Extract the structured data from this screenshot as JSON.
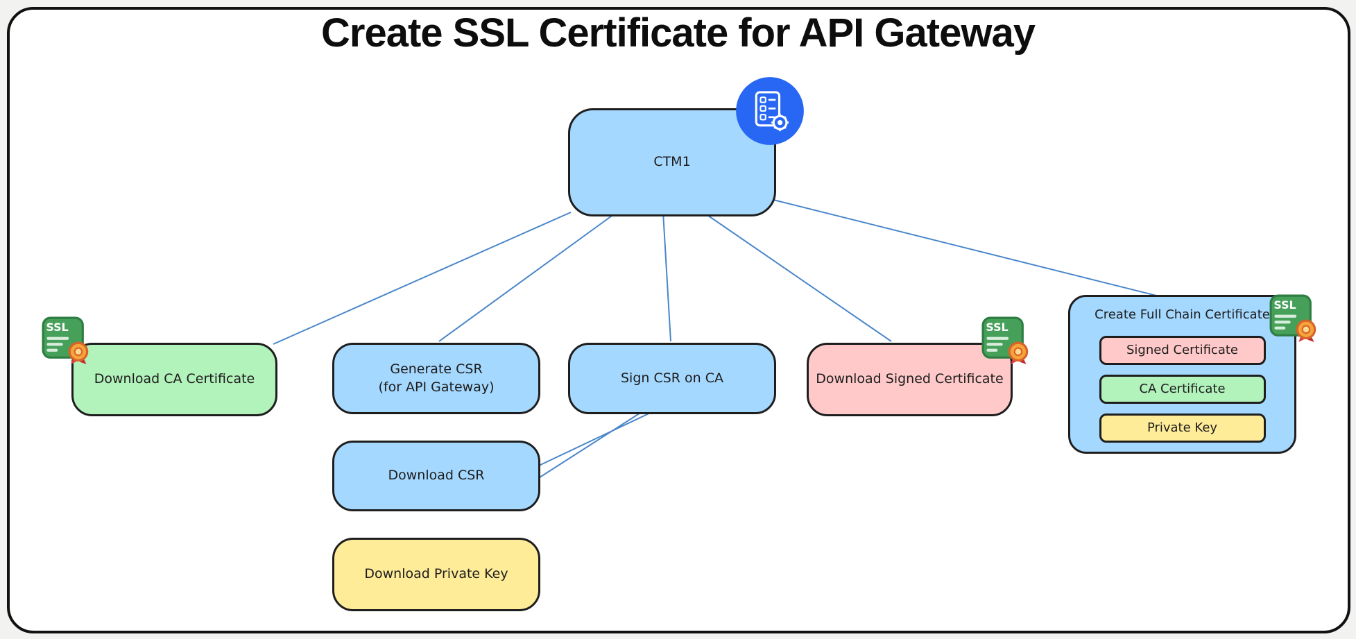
{
  "title": "Create SSL Certificate for API Gateway",
  "colors": {
    "blue": "#a5d8ff",
    "green": "#b2f2bb",
    "pink": "#ffc9c9",
    "yellow": "#ffec99",
    "stroke": "#1e1e1e",
    "connector": "#4a86c9",
    "badge_blue": "#2767f4",
    "ssl_green": "#46a05a",
    "rosette_orange": "#f5a63a",
    "ribbon_red": "#e23d3d"
  },
  "nodes": {
    "ctm1": {
      "label": "CTM1"
    },
    "download_ca": {
      "label": "Download CA Certificate"
    },
    "generate_csr": {
      "line1": "Generate CSR",
      "line2": "(for API Gateway)"
    },
    "sign_csr": {
      "label": "Sign CSR on CA"
    },
    "download_signed": {
      "label": "Download Signed Certificate"
    },
    "full_chain": {
      "label": "Create Full Chain Certificate",
      "items": {
        "signed": "Signed Certificate",
        "ca": "CA Certificate",
        "private_key": "Private Key"
      }
    },
    "download_csr": {
      "label": "Download CSR"
    },
    "download_private_key": {
      "label": "Download Private Key"
    }
  },
  "icons": {
    "ssl_badge_text": "SSL",
    "names": [
      "ssl-certificate-badge-icon",
      "certificate-checklist-gear-icon"
    ]
  }
}
